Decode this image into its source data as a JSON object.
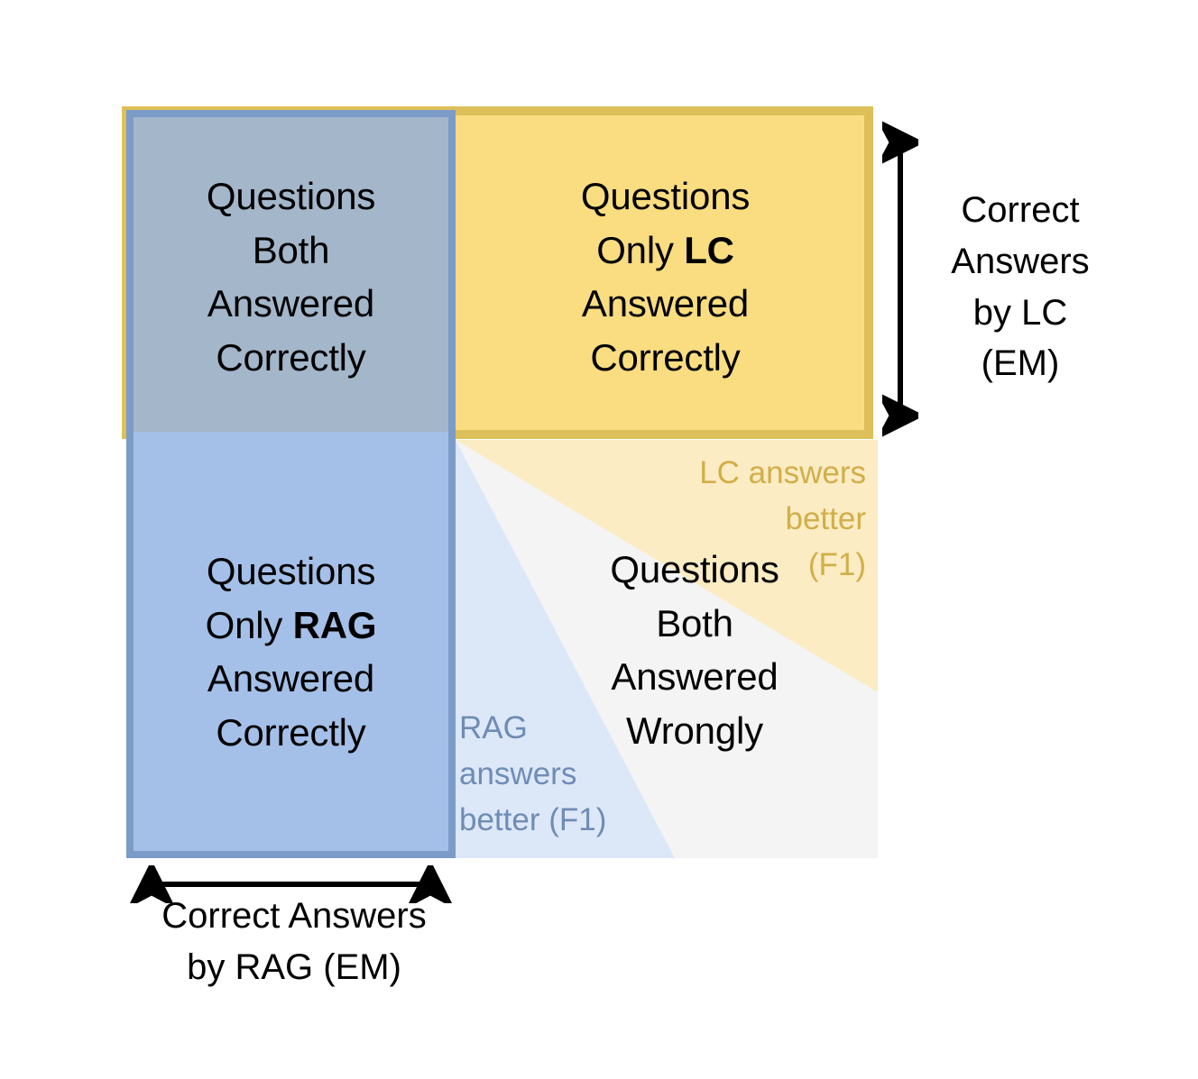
{
  "figure": {
    "type": "2x2-quadrant-diagram",
    "quadrants": [
      {
        "id": "both-correct",
        "position": "top-left",
        "label": "Questions\nBoth\nAnswered\nCorrectly",
        "fill": "#a3b6ca"
      },
      {
        "id": "lc-only",
        "position": "top-right",
        "label_prefix": "Questions\nOnly ",
        "label_bold": "LC",
        "label_suffix": "\nAnswered\nCorrectly",
        "fill": "#fadd80",
        "border": "#ddc05a"
      },
      {
        "id": "rag-only",
        "position": "bottom-left",
        "label_prefix": "Questions\nOnly ",
        "label_bold": "RAG",
        "label_suffix": "\nAnswered\nCorrectly",
        "fill": "#a4c0e8",
        "border": "#7b9bc9"
      },
      {
        "id": "both-wrong",
        "position": "bottom-right",
        "label": "Questions\nBoth\nAnswered\nWrongly",
        "fill": "#f4f4f5"
      }
    ],
    "annotations": [
      {
        "id": "lc-better",
        "text": "LC answers\nbetter\n(F1)",
        "color": "#d2ae48",
        "wedge_fill": "#fbecc4",
        "corner": "top-right-of-both-wrong"
      },
      {
        "id": "rag-better",
        "text": "RAG\nanswers\nbetter (F1)",
        "color": "#6f8cb4",
        "wedge_fill": "#dce8f8",
        "corner": "bottom-left-of-both-wrong"
      }
    ],
    "axes": {
      "y": {
        "label": "Correct\nAnswers\nby LC\n(EM)",
        "arrow": "double-headed-vertical",
        "color": "#000000"
      },
      "x": {
        "label": "Correct Answers\nby RAG (EM)",
        "arrow": "double-headed-horizontal",
        "color": "#000000"
      }
    }
  }
}
